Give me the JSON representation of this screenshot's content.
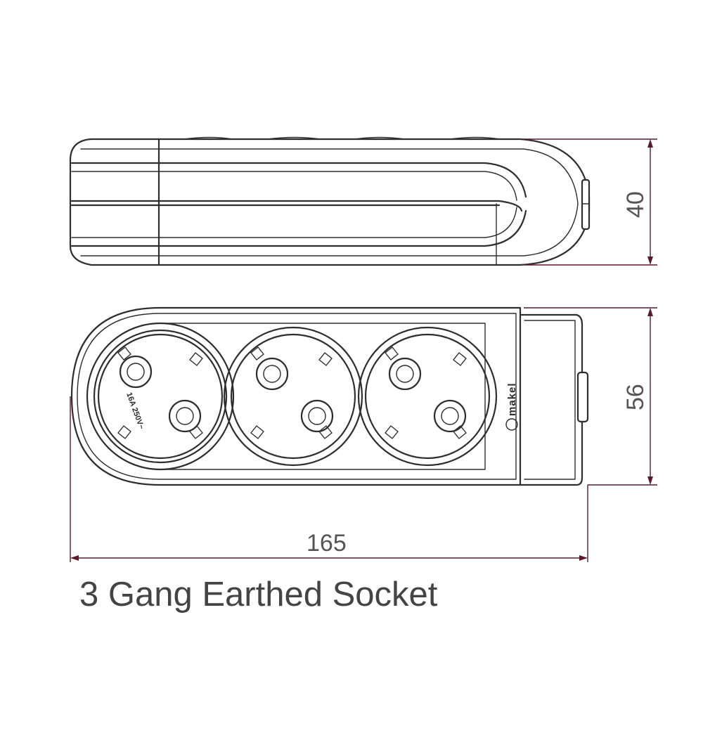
{
  "caption": "3 Gang Earthed Socket",
  "dimensions": {
    "height_side": "40",
    "width_top": "56",
    "length": "165"
  },
  "socket_rating": "16A 250V~",
  "brand": "makel",
  "socket_count": 3,
  "colors": {
    "line": "#2e2e2e",
    "dimension_line": "#5a1a2a",
    "text": "#444444"
  }
}
